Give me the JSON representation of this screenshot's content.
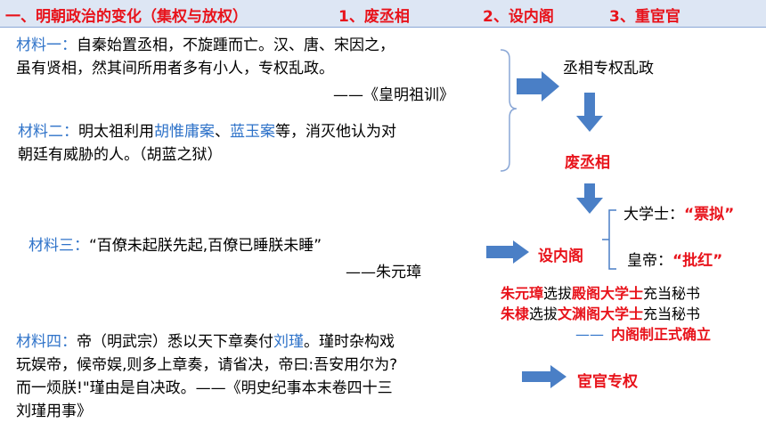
{
  "header": {
    "title": "一、明朝政治的变化（集权与放权）",
    "item1": "1、废丞相",
    "item2": "2、设内阁",
    "item3": "3、重宦官"
  },
  "m1": {
    "label": "材料一：",
    "line1": "自秦始置丞相，不旋踵而亡。汉、唐、宋因之，",
    "line2": "虽有贤相，然其间所用者多有小人，专权乱政。",
    "source": "——《皇明祖训》"
  },
  "m2": {
    "label": "材料二：",
    "pre": "明太祖利用",
    "case1": "胡惟庸案",
    "sep": "、",
    "case2": "蓝玉案",
    "post": "等，消灭他认为对",
    "line2": "朝廷有威胁的人。（胡蓝之狱）"
  },
  "m3": {
    "label": "材料三：",
    "quote": "“百僚未起朕先起,百僚已睡朕未睡”",
    "source": "——朱元璋"
  },
  "m4": {
    "label": "材料四：",
    "pre": "帝（明武宗）悉以天下章奏付",
    "name": "刘瑾",
    "post": "。瑾时杂构戏",
    "line2": "玩娱帝，候帝娱,则多上章奏，请省决，帝曰:吾安用尔为?",
    "line3": "而一烦朕!\"瑾由是自决政。——《明史纪事本末卷四十三",
    "line4": "刘瑾用事》"
  },
  "flow": {
    "n1": "丞相专权乱政",
    "n2": "废丞相",
    "n3": "设内阁",
    "branch1_label": "大学士：",
    "branch1_value": "“票拟”",
    "branch2_label": "皇帝：",
    "branch2_value": "“批红”",
    "note1_a": "朱元璋",
    "note1_b": "选拔",
    "note1_c": "殿阁大学士",
    "note1_d": "充当秘书",
    "note2_a": "朱棣",
    "note2_b": "选拔",
    "note2_c": "文渊阁大学士",
    "note2_d": "充当秘书",
    "note3_dash": "——",
    "note3_text": "内阁制正式确立",
    "n4": "宦官专权"
  },
  "colors": {
    "red": "#e8131b",
    "blue": "#2f73c9",
    "arrow": "#4a7fc6",
    "header_bg": "#dde6f4"
  }
}
